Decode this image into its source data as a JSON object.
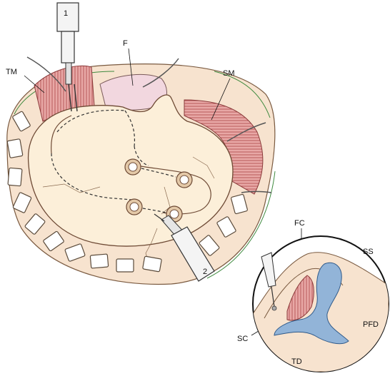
{
  "labels": {
    "probe_1": "1",
    "probe_2": "2",
    "tm": "TM",
    "f": "F",
    "sm": "SM",
    "fc": "FC",
    "ss": "SS",
    "sc": "SC",
    "pfd": "PFD",
    "td": "TD"
  },
  "colors": {
    "skin": "#f7e3cf",
    "bone": "#fcefd9",
    "bone_outline": "#6e4a35",
    "muscle": "#e8a8a6",
    "muscle_stripe": "#b85a5a",
    "clip": "#ffffff",
    "clip_outline": "#5a4a3a",
    "sinus": "#92b4d8",
    "dura_edge": "#3f8a3f",
    "instrument": "#f4f4f4",
    "instrument_outline": "#333333"
  }
}
